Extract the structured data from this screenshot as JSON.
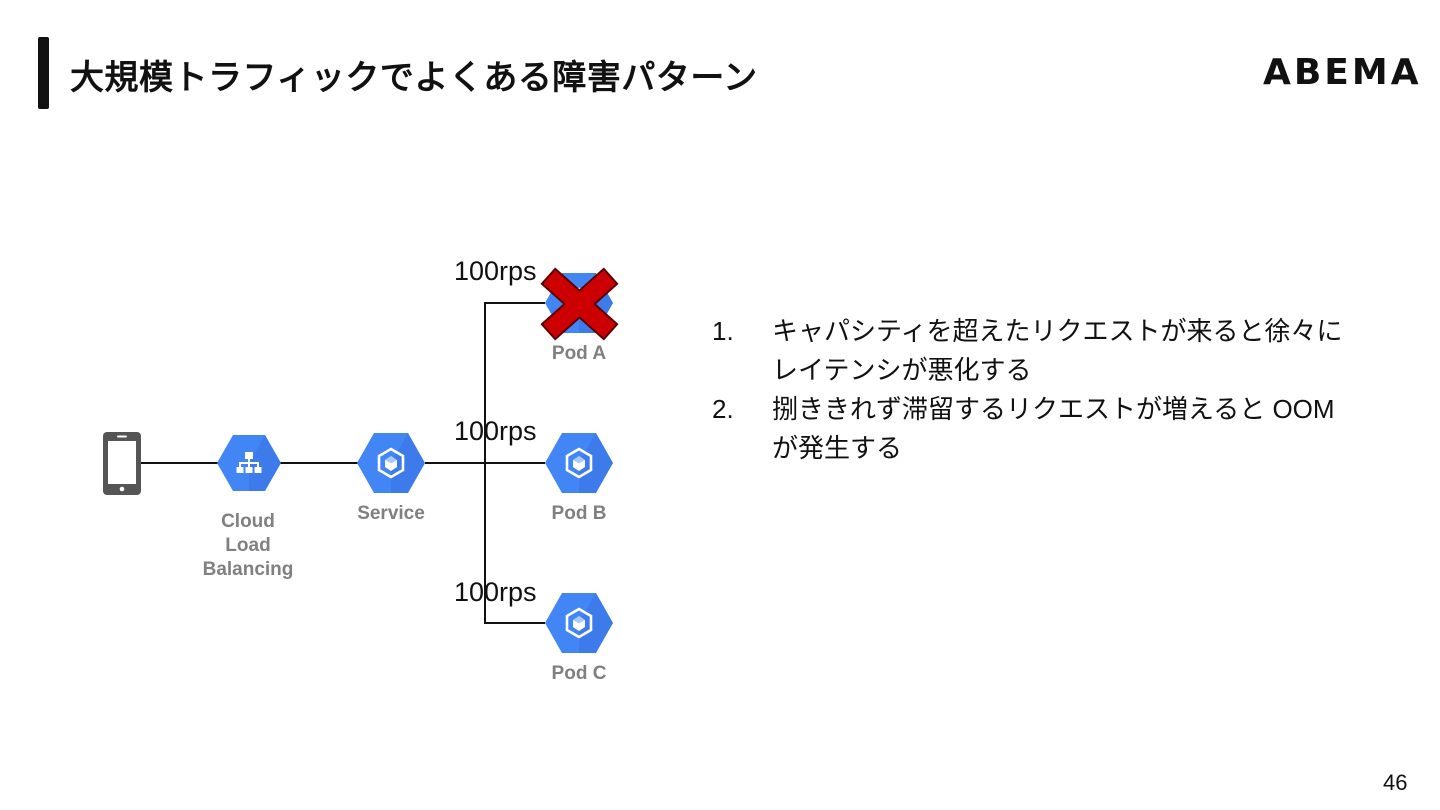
{
  "header": {
    "title": "大規模トラフィックでよくある障害パターン",
    "logo": "ABEMA"
  },
  "diagram": {
    "nodes": [
      {
        "id": "client",
        "label": "",
        "icon": "smartphone-icon"
      },
      {
        "id": "lb",
        "label": "Cloud\nLoad\nBalancing",
        "icon": "cloud-load-balancing-icon",
        "color": "#4285f4"
      },
      {
        "id": "service",
        "label": "Service",
        "icon": "kubernetes-engine-icon",
        "color": "#4285f4"
      },
      {
        "id": "pod_a",
        "label": "Pod A",
        "icon": "kubernetes-engine-icon",
        "color": "#4285f4",
        "status": "failed"
      },
      {
        "id": "pod_b",
        "label": "Pod B",
        "icon": "kubernetes-engine-icon",
        "color": "#4285f4"
      },
      {
        "id": "pod_c",
        "label": "Pod C",
        "icon": "kubernetes-engine-icon",
        "color": "#4285f4"
      }
    ],
    "edges": [
      {
        "from": "client",
        "to": "lb"
      },
      {
        "from": "lb",
        "to": "service"
      },
      {
        "from": "service",
        "to": "pod_a",
        "label": "100rps"
      },
      {
        "from": "service",
        "to": "pod_b",
        "label": "100rps"
      },
      {
        "from": "service",
        "to": "pod_c",
        "label": "100rps"
      }
    ],
    "failure_marker": {
      "icon": "red-x-icon",
      "color": "#cc0000"
    }
  },
  "list": {
    "items": [
      {
        "number": "1.",
        "text": "キャパシティを超えたリクエストが来ると徐々にレイテンシが悪化する"
      },
      {
        "number": "2.",
        "text": "捌ききれず滞留するリクエストが増えると OOM が発生する"
      }
    ]
  },
  "footer": {
    "page_number": "46"
  }
}
